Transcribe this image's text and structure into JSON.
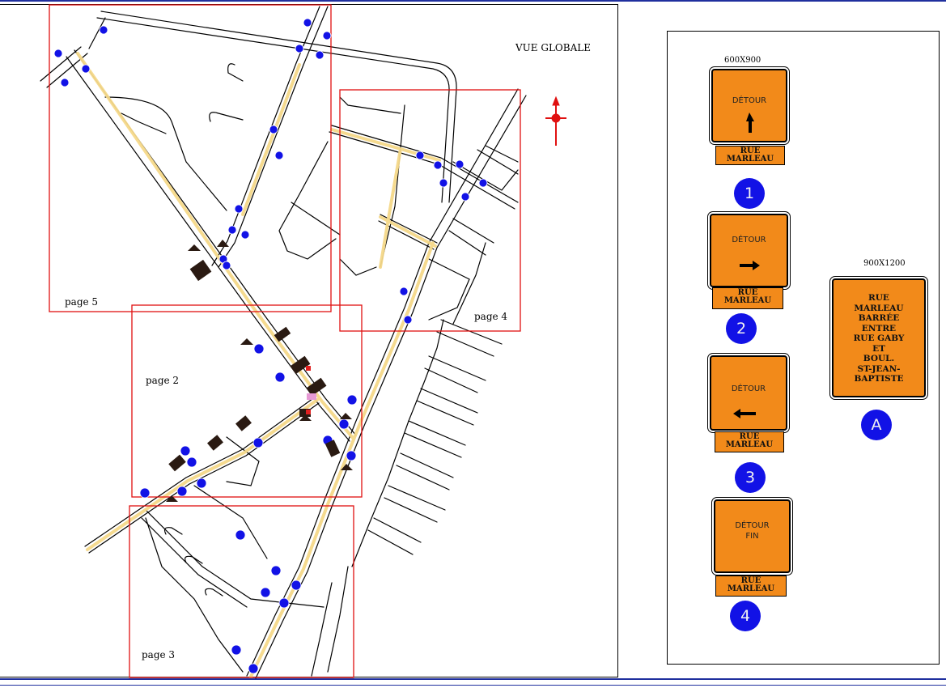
{
  "map": {
    "title": "VUE GLOBALE",
    "page_labels": [
      "page 5",
      "page 4",
      "page 2",
      "page 3"
    ]
  },
  "legend": {
    "small_size_label": "600X900",
    "large_size_label": "900X1200",
    "signs": [
      {
        "number": "1",
        "line1": "DÉTOUR",
        "line2": "",
        "arrow": "up",
        "plate_line1": "RUE",
        "plate_line2": "MARLEAU"
      },
      {
        "number": "2",
        "line1": "DÉTOUR",
        "line2": "",
        "arrow": "right",
        "plate_line1": "RUE",
        "plate_line2": "MARLEAU"
      },
      {
        "number": "3",
        "line1": "DÉTOUR",
        "line2": "",
        "arrow": "left",
        "plate_line1": "RUE",
        "plate_line2": "MARLEAU"
      },
      {
        "number": "4",
        "line1": "DÉTOUR",
        "line2": "FIN",
        "arrow": "none",
        "plate_line1": "RUE",
        "plate_line2": "MARLEAU"
      }
    ],
    "closure_sign": {
      "letter": "A",
      "lines": [
        "RUE",
        "MARLEAU",
        "BARRÉE",
        "ENTRE",
        "RUE GABY",
        "ET",
        "BOUL.",
        "ST-JEAN-BAPTISTE"
      ]
    }
  },
  "colors": {
    "sign_orange": "#f28a1a",
    "marker_blue": "#1212e6",
    "page_frame_red": "#e01010",
    "detour_route": "#f5d98a"
  }
}
